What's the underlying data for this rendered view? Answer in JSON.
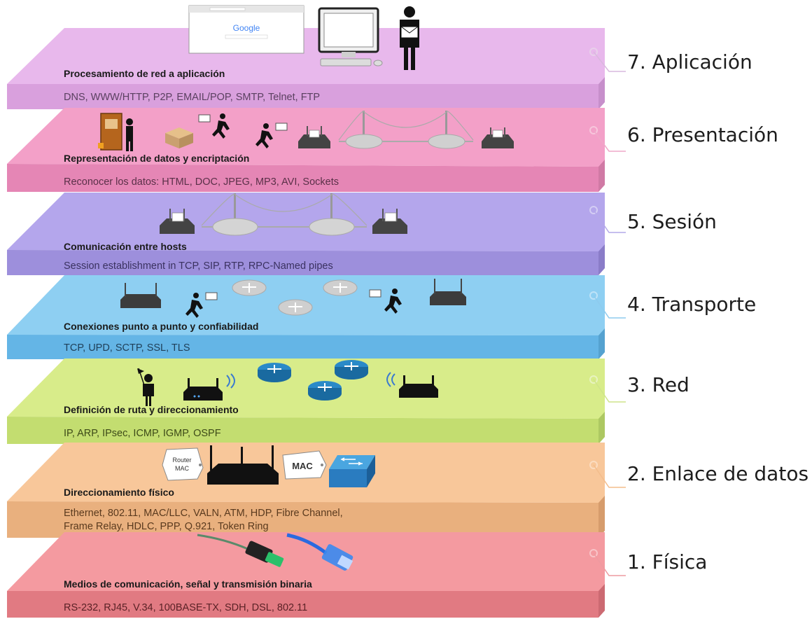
{
  "layers": [
    {
      "number_label": "7. Aplicación",
      "description": "Procesamiento de red a aplicación",
      "protocols": "DNS, WWW/HTTP, P2P, EMAIL/POP, SMTP, Telnet, FTP",
      "colors": {
        "top": "#e8b8ec",
        "front": "#d9a0dd",
        "side": "#c78fcb",
        "text": "#5a4060"
      }
    },
    {
      "number_label": "6. Presentación",
      "description": "Representación de datos y encriptación",
      "protocols": "Reconocer los datos: HTML, DOC, JPEG, MP3, AVI, Sockets",
      "colors": {
        "top": "#f3a0c8",
        "front": "#e586b5",
        "side": "#d07aa5",
        "text": "#5a3048"
      }
    },
    {
      "number_label": "5. Sesión",
      "description": "Comunicación entre hosts",
      "protocols": "Session establishment in TCP, SIP, RTP, RPC-Named pipes",
      "colors": {
        "top": "#b4a6ec",
        "front": "#9d8fdc",
        "side": "#8a7cc8",
        "text": "#3a3260"
      }
    },
    {
      "number_label": "4. Transporte",
      "description": "Conexiones punto a punto y confiabilidad",
      "protocols": "TCP, UPD, SCTP, SSL, TLS",
      "colors": {
        "top": "#8ecff2",
        "front": "#64b5e6",
        "side": "#55a2d0",
        "text": "#1f3f58"
      }
    },
    {
      "number_label": "3. Red",
      "description": "Definición de ruta y direccionamiento",
      "protocols": "IP, ARP, IPsec, ICMP, IGMP, OSPF",
      "colors": {
        "top": "#d8ec8a",
        "front": "#c3dd70",
        "side": "#adc862",
        "text": "#3d4a18"
      }
    },
    {
      "number_label": "2. Enlace de datos",
      "description": "Direccionamiento físico",
      "protocols": "Ethernet, 802.11, MAC/LLC, VALN, ATM, HDP, Fibre Channel,\nFrame Relay, HDLC, PPP, Q.921, Token Ring",
      "colors": {
        "top": "#f8c79a",
        "front": "#e9b07e",
        "side": "#d69c6c",
        "text": "#5a3a1e"
      }
    },
    {
      "number_label": "1. Física",
      "description": "Medios de comunicación, señal y transmisión binaria",
      "protocols": "RS-232, RJ45, V.34, 100BASE-TX, SDH, DSL, 802.11",
      "colors": {
        "top": "#f49aa0",
        "front": "#e17a82",
        "side": "#cc6a72",
        "text": "#5a2226"
      }
    }
  ],
  "illustrations": {
    "browser_logo": "Google",
    "router_tag": "Router\nMAC",
    "mac_tag": "MAC",
    "icons": [
      "browser-window-icon",
      "desktop-computer-icon",
      "person-with-envelope-icon",
      "router-icon",
      "running-courier-icon",
      "cabinet-icon",
      "bridge-icon",
      "network-router-icon",
      "wifi-signal-icon",
      "network-switch-icon",
      "ethernet-cable-icon",
      "fiber-cable-icon"
    ]
  }
}
